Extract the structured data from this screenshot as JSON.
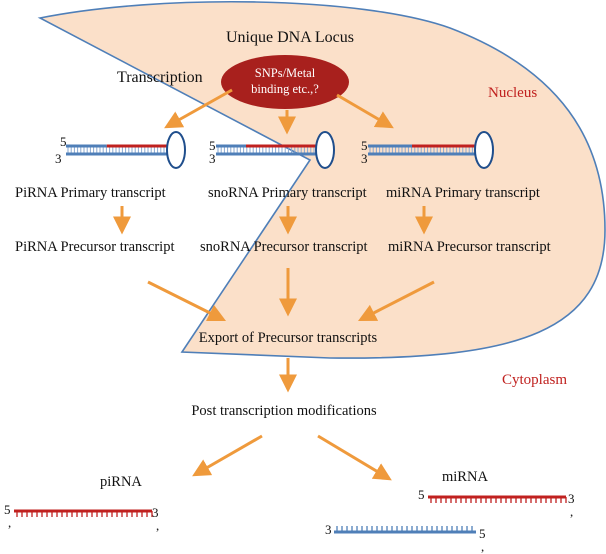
{
  "colors": {
    "nucleus_fill": "#fbe0c9",
    "nucleus_stroke": "#4f7fb8",
    "arrow": "#ef9a3c",
    "ellipse_fill": "#a8201d",
    "strand_red": "#c0211f",
    "strand_blue": "#4f7fb8",
    "label_red": "#c0211f"
  },
  "title": "Unique DNA Locus",
  "transcription": "Transcription",
  "snp_box": {
    "line1": "SNPs/Metal",
    "line2": "binding etc.,?"
  },
  "nucleus_label": "Nucleus",
  "cytoplasm_label": "Cytoplasm",
  "hairpins": {
    "left": {
      "end5": "5",
      "end3": "3"
    },
    "middle": {
      "end5": "5",
      "end3": "3"
    },
    "right": {
      "end5": "5",
      "end3": "3"
    }
  },
  "columns": {
    "left": {
      "primary": "PiRNA Primary transcript",
      "precursor": "PiRNA Precursor transcript"
    },
    "middle": {
      "primary": "snoRNA Primary transcript",
      "precursor": "snoRNA Precursor transcript"
    },
    "right": {
      "primary": "miRNA Primary transcript",
      "precursor": "miRNA Precursor transcript"
    }
  },
  "export": "Export of Precursor transcripts",
  "post": "Post transcription modifications",
  "pirna": {
    "label": "piRNA",
    "end5": "5",
    "end5_comma": ",",
    "end3": "3",
    "end3_comma": ","
  },
  "mirna": {
    "label": "miRNA",
    "top_end5": "5",
    "top_end3": "3",
    "top_end3_comma": ",",
    "bottom_end3": "3",
    "bottom_end5": "5",
    "bottom_end5_comma": ","
  }
}
